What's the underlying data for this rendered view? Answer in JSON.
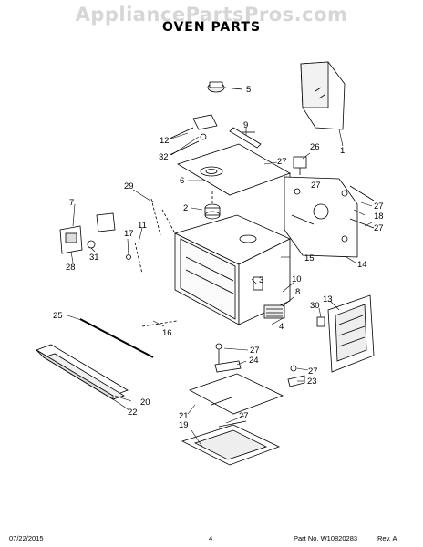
{
  "watermark": "AppliancePartsPros.com",
  "title": "OVEN PARTS",
  "callouts": [
    "1",
    "2",
    "3",
    "4",
    "5",
    "6",
    "7",
    "8",
    "9",
    "10",
    "11",
    "12",
    "13",
    "14",
    "15",
    "16",
    "17",
    "18",
    "19",
    "20",
    "21",
    "22",
    "23",
    "24",
    "25",
    "26",
    "27",
    "27",
    "27",
    "27",
    "27",
    "27",
    "27",
    "28",
    "29",
    "30",
    "31",
    "32"
  ],
  "footer": {
    "date": "07/22/2015",
    "page": "4",
    "part_no": "Part No. W10820283",
    "rev": "Rev. A"
  }
}
